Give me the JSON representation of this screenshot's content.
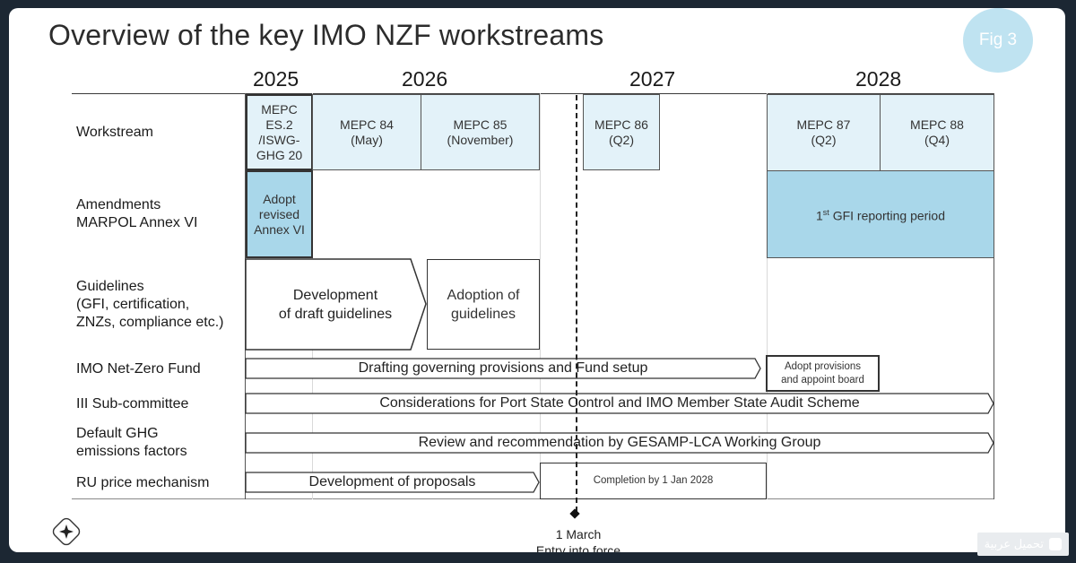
{
  "title": "Overview of the key IMO NZF workstreams",
  "badge": "Fig 3",
  "years": [
    "2025",
    "2026",
    "2027",
    "2028"
  ],
  "row_labels": {
    "workstream": "Workstream",
    "amendments_1": "Amendments",
    "amendments_2": "MARPOL Annex VI",
    "guidelines_1": "Guidelines",
    "guidelines_2": "(GFI, certification,",
    "guidelines_3": "ZNZs, compliance etc.)",
    "fund": "IMO Net-Zero Fund",
    "iii": "III Sub-committee",
    "ghg_1": "Default GHG",
    "ghg_2": "emissions factors",
    "ru": "RU price mechanism"
  },
  "meetings": {
    "es2_1": "MEPC",
    "es2_2": "ES.2",
    "es2_3": "/ISWG-",
    "es2_4": "GHG 20",
    "m84_1": "MEPC 84",
    "m84_2": "(May)",
    "m85_1": "MEPC 85",
    "m85_2": "(November)",
    "m86_1": "MEPC 86",
    "m86_2": "(Q2)",
    "m87_1": "MEPC 87",
    "m87_2": "(Q2)",
    "m88_1": "MEPC 88",
    "m88_2": "(Q4)"
  },
  "amendments": {
    "adopt_1": "Adopt",
    "adopt_2": "revised",
    "adopt_3": "Annex VI",
    "gfi_sup": "st",
    "gfi_pre": "1",
    "gfi_text": " GFI reporting period"
  },
  "guidelines": {
    "dev_1": "Development",
    "dev_2": "of draft guidelines",
    "adopt_1": "Adoption of",
    "adopt_2": "guidelines"
  },
  "fund": {
    "drafting": "Drafting governing provisions and Fund setup",
    "adopt_1": "Adopt provisions",
    "adopt_2": "and appoint board"
  },
  "iii": {
    "text": "Considerations for Port State Control and IMO Member State Audit Scheme"
  },
  "ghg": {
    "text": "Review and recommendation by GESAMP-LCA Working Group"
  },
  "ru": {
    "dev": "Development of proposals",
    "completion": "Completion by 1 Jan 2028"
  },
  "entry_into_force": {
    "date": "1 March",
    "label": "Entry into force"
  },
  "watermark": "تحميل عربية",
  "colors": {
    "light_blue": "#e3f2f9",
    "mid_blue": "#a9d7ea",
    "badge": "#bfe3f1",
    "background": "#1c2733"
  }
}
